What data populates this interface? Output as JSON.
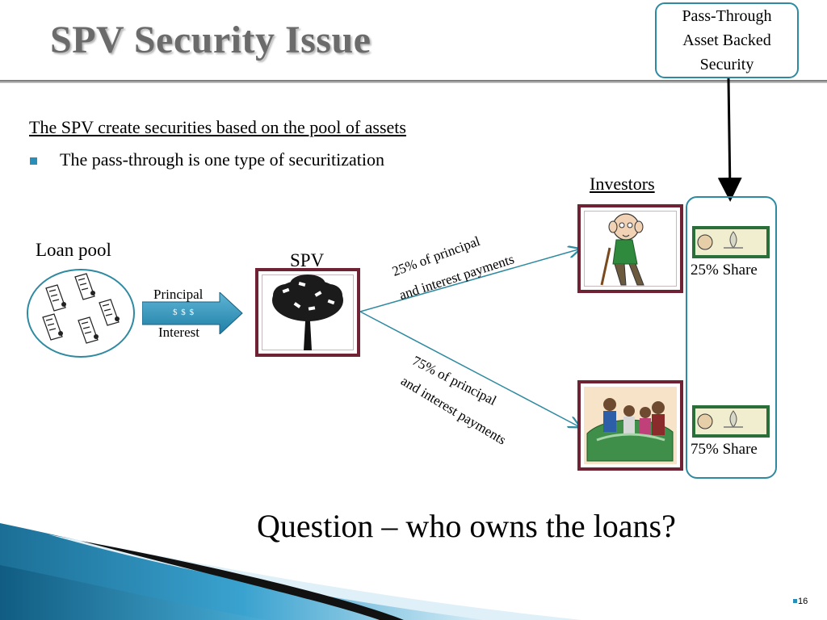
{
  "slide": {
    "title": "SPV Security Issue",
    "callout": {
      "line1": "Pass-Through",
      "line2": "Asset Backed",
      "line3": "Security"
    },
    "subtitle": "The SPV create securities based on the pool of assets",
    "bullet": "The pass-through is one type of securitization",
    "question": "Question – who owns the loans?",
    "page_number": "16"
  },
  "diagram": {
    "loan_pool_label": "Loan pool",
    "spv_label": "SPV",
    "investors_label": "Investors",
    "arrow": {
      "principal": "Principal",
      "dollars": "$ $ $",
      "interest": "Interest"
    },
    "flow_top": {
      "line1": "25% of principal",
      "line2": "and interest payments"
    },
    "flow_bottom": {
      "line1": "75% of principal",
      "line2": "and interest payments"
    },
    "shares": [
      {
        "label": "25% Share"
      },
      {
        "label": "75% Share"
      }
    ]
  },
  "colors": {
    "accent": "#2e8aa0",
    "frame": "#6e2233",
    "bullet": "#2a8fb8"
  }
}
